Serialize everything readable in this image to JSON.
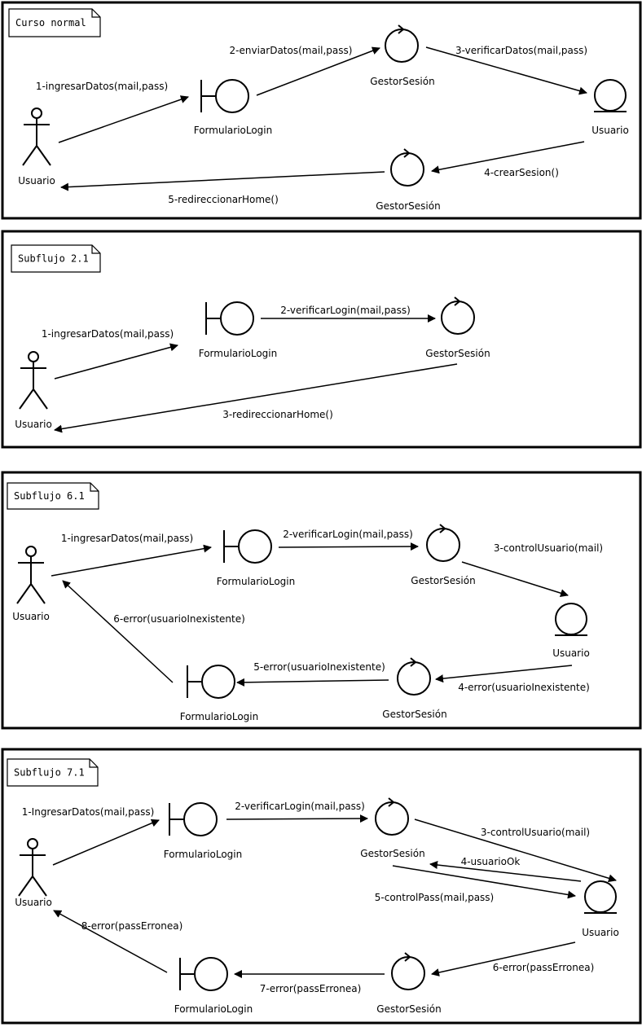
{
  "panels": [
    {
      "id": "curso-normal",
      "title": "Curso normal",
      "nodes": [
        {
          "id": "u1",
          "type": "actor",
          "label": "Usuario"
        },
        {
          "id": "f1",
          "type": "boundary",
          "label": "FormularioLogin"
        },
        {
          "id": "g1",
          "type": "control",
          "label": "GestorSesión"
        },
        {
          "id": "e1",
          "type": "entity",
          "label": "Usuario"
        },
        {
          "id": "g2",
          "type": "control",
          "label": "GestorSesión"
        }
      ],
      "messages": [
        {
          "label": "1-ingresarDatos(mail,pass)"
        },
        {
          "label": "2-enviarDatos(mail,pass)"
        },
        {
          "label": "3-verificarDatos(mail,pass)"
        },
        {
          "label": "4-crearSesion()"
        },
        {
          "label": "5-redireccionarHome()"
        }
      ]
    },
    {
      "id": "subflujo-2-1",
      "title": "Subflujo 2.1",
      "nodes": [
        {
          "id": "u1",
          "type": "actor",
          "label": "Usuario"
        },
        {
          "id": "f1",
          "type": "boundary",
          "label": "FormularioLogin"
        },
        {
          "id": "g1",
          "type": "control",
          "label": "GestorSesión"
        }
      ],
      "messages": [
        {
          "label": "1-ingresarDatos(mail,pass)"
        },
        {
          "label": "2-verificarLogin(mail,pass)"
        },
        {
          "label": "3-redireccionarHome()"
        }
      ]
    },
    {
      "id": "subflujo-6-1",
      "title": "Subflujo 6.1",
      "nodes": [
        {
          "id": "u1",
          "type": "actor",
          "label": "Usuario"
        },
        {
          "id": "f1",
          "type": "boundary",
          "label": "FormularioLogin"
        },
        {
          "id": "g1",
          "type": "control",
          "label": "GestorSesión"
        },
        {
          "id": "e1",
          "type": "entity",
          "label": "Usuario"
        },
        {
          "id": "g2",
          "type": "control",
          "label": "GestorSesión"
        },
        {
          "id": "f2",
          "type": "boundary",
          "label": "FormularioLogin"
        }
      ],
      "messages": [
        {
          "label": "1-ingresarDatos(mail,pass)"
        },
        {
          "label": "2-verificarLogin(mail,pass)"
        },
        {
          "label": "3-controlUsuario(mail)"
        },
        {
          "label": "4-error(usuarioInexistente)"
        },
        {
          "label": "5-error(usuarioInexistente)"
        },
        {
          "label": "6-error(usuarioInexistente)"
        }
      ]
    },
    {
      "id": "subflujo-7-1",
      "title": "Subflujo 7.1",
      "nodes": [
        {
          "id": "u1",
          "type": "actor",
          "label": "Usuario"
        },
        {
          "id": "f1",
          "type": "boundary",
          "label": "FormularioLogin"
        },
        {
          "id": "g1",
          "type": "control",
          "label": "GestorSesión"
        },
        {
          "id": "e1",
          "type": "entity",
          "label": "Usuario"
        },
        {
          "id": "g2",
          "type": "control",
          "label": "GestorSesión"
        },
        {
          "id": "f2",
          "type": "boundary",
          "label": "FormularioLogin"
        }
      ],
      "messages": [
        {
          "label": "1-IngresarDatos(mail,pass)"
        },
        {
          "label": "2-verificarLogin(mail,pass)"
        },
        {
          "label": "3-controlUsuario(mail)"
        },
        {
          "label": "4-usuarioOk"
        },
        {
          "label": "5-controlPass(mail,pass)"
        },
        {
          "label": "6-error(passErronea)"
        },
        {
          "label": "7-error(passErronea)"
        },
        {
          "label": "8-error(passErronea)"
        }
      ]
    }
  ]
}
